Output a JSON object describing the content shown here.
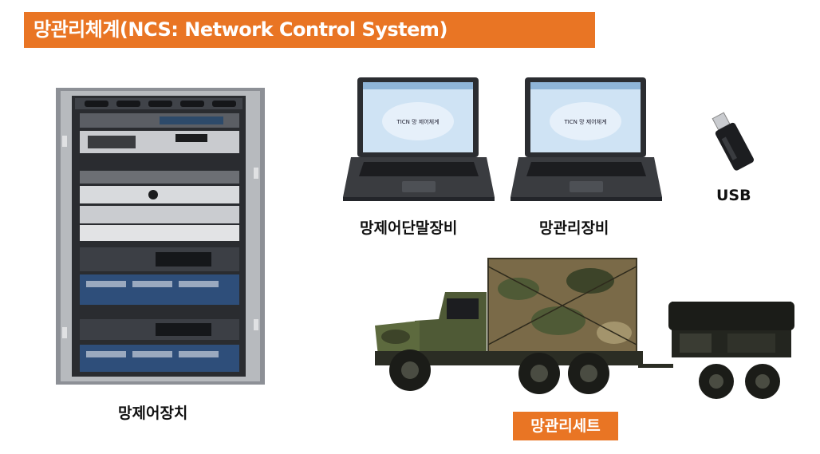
{
  "title": "망관리체계(NCS: Network Control System)",
  "items": {
    "rack": {
      "label": "망제어장치"
    },
    "laptop_terminal": {
      "label": "망제어단말장비",
      "screen_text": "TICN 망 제어체계"
    },
    "laptop_mgmt": {
      "label": "망관리장비",
      "screen_text": "TICN 망 제어체계"
    },
    "usb": {
      "label": "USB"
    },
    "vehicle": {
      "label": "망관리세트"
    }
  },
  "colors": {
    "accent": "#e97524",
    "camo_green": "#4f5a36",
    "camo_brown": "#7a6a48",
    "rack_gray": "#8a8d92"
  }
}
